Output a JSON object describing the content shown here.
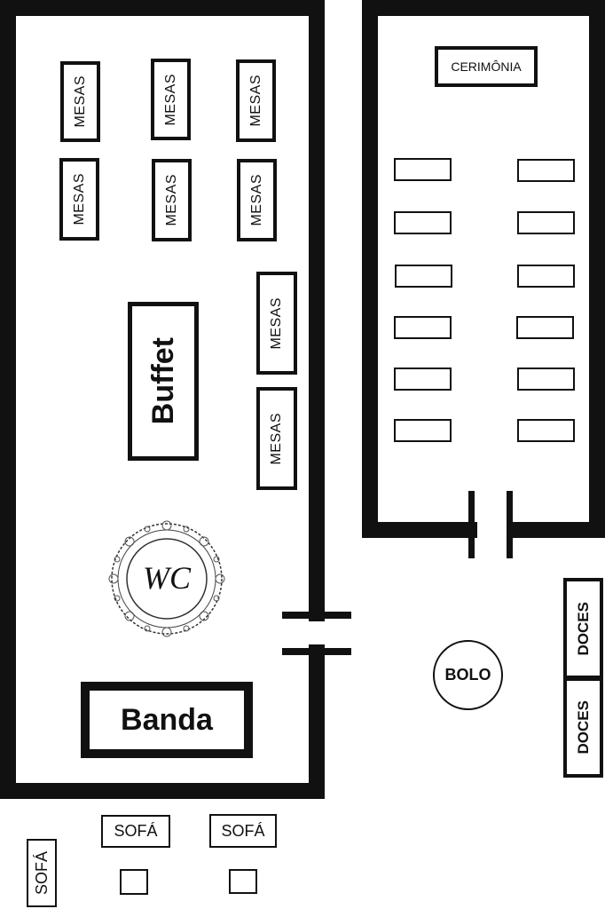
{
  "salao": {
    "mesas_label": "MESAS",
    "buffet_label": "Buffet",
    "banda_label": "Banda",
    "monogram": "WC"
  },
  "cerimonia": {
    "label": "CERIMÔNIA"
  },
  "externo": {
    "bolo_label": "BOLO",
    "doces_label": "DOCES",
    "sofa_label": "SOFÁ"
  }
}
